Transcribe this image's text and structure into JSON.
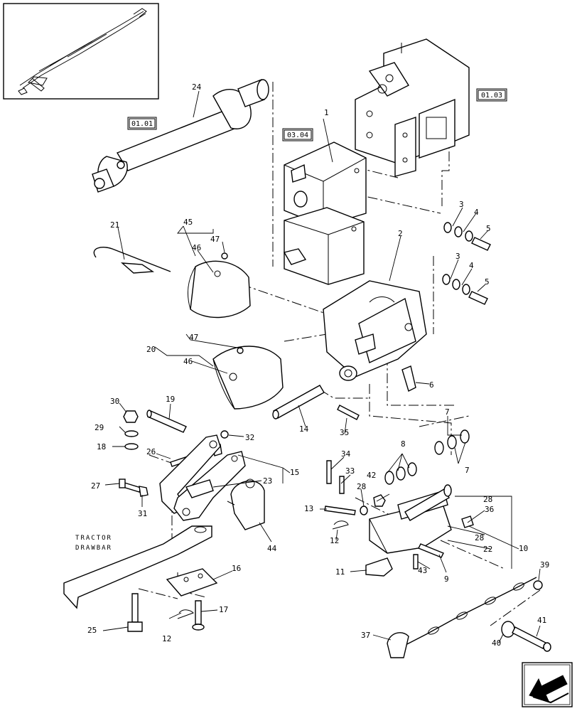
{
  "diagram": {
    "reference_boxes": {
      "r1": "01.01",
      "r2": "03.04",
      "r3": "01.03"
    },
    "caption": {
      "line1": "TRACTOR",
      "line2": "DRAWBAR"
    },
    "callouts": {
      "c1": "1",
      "c2": "2",
      "c3a": "3",
      "c3b": "3",
      "c4a": "4",
      "c4b": "4",
      "c5a": "5",
      "c5b": "5",
      "c6": "6",
      "c7a": "7",
      "c7b": "7",
      "c8": "8",
      "c9": "9",
      "c10": "10",
      "c11": "11",
      "c12a": "12",
      "c12b": "12",
      "c13": "13",
      "c14": "14",
      "c15": "15",
      "c16": "16",
      "c17": "17",
      "c18": "18",
      "c19": "19",
      "c20": "20",
      "c21": "21",
      "c22": "22",
      "c23": "23",
      "c24": "24",
      "c25": "25",
      "c26": "26",
      "c27": "27",
      "c28a": "28",
      "c28b": "28",
      "c28c": "28",
      "c29": "29",
      "c30": "30",
      "c31": "31",
      "c32": "32",
      "c33": "33",
      "c34": "34",
      "c35": "35",
      "c36": "36",
      "c37": "37",
      "c39": "39",
      "c40": "40",
      "c41": "41",
      "c42": "42",
      "c43": "43",
      "c44": "44",
      "c45": "45",
      "c46a": "46",
      "c46b": "46",
      "c47a": "47",
      "c47b": "47"
    },
    "icons": {
      "thumbnail": "machine-overview-thumbnail",
      "nav": "previous-page-arrow-icon"
    }
  }
}
